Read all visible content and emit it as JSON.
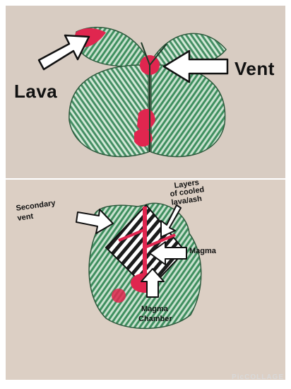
{
  "labels": {
    "lava": "Lava",
    "vent": "Vent",
    "secondary_vent_line1": "Secondary",
    "secondary_vent_line2": "vent",
    "layers_line1": "Layers",
    "layers_line2": "of cooled",
    "layers_line3": "lava/ash",
    "magma": "Magma",
    "magma_chamber_line1": "Magma",
    "magma_chamber_line2": "Chamber"
  },
  "watermark": "PicCOLLAGE",
  "colors": {
    "background": "#ffffff",
    "photo_backdrop": "#d9cdc3",
    "paper_green": "#4f9e6d",
    "paper_light": "#cfe4d4",
    "lava_red": "#e0264f",
    "arrow_fill": "#ffffff",
    "arrow_stroke": "#111111",
    "text": "#111111"
  }
}
